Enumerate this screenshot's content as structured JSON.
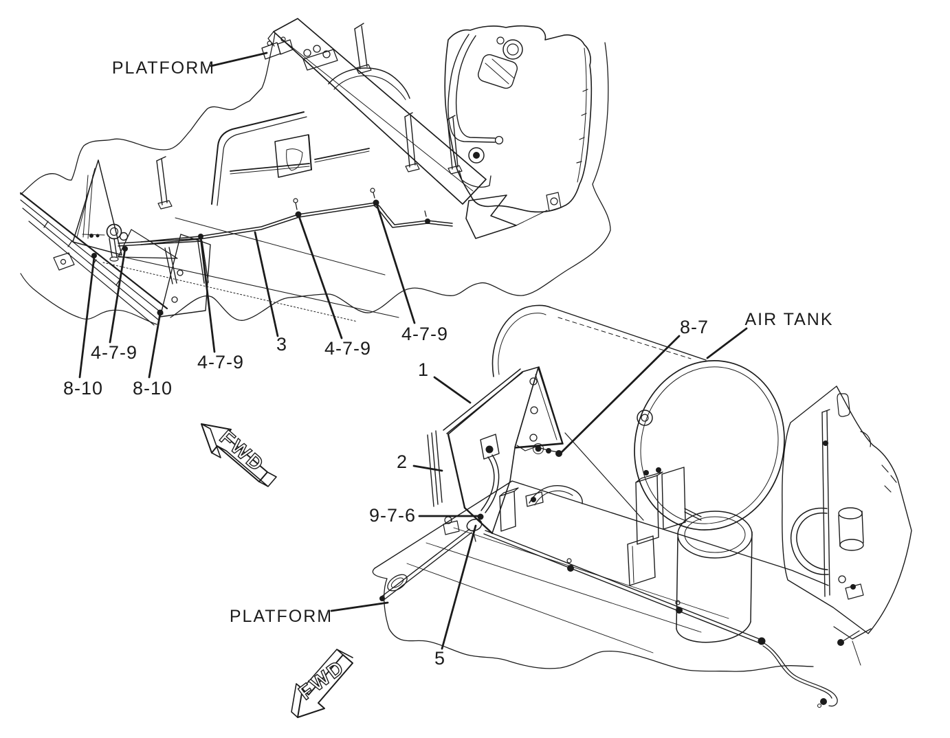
{
  "page": {
    "background": "#ffffff",
    "ink": "#1b1b1b",
    "description": "Exploded parts-diagram line drawing of platform and air tank piping groups"
  },
  "top_view": {
    "platform_label": "PLATFORM",
    "fwd_label": "FWD",
    "callouts": [
      {
        "text": "8-10"
      },
      {
        "text": "4-7-9"
      },
      {
        "text": "8-10"
      },
      {
        "text": "4-7-9"
      },
      {
        "text": "3"
      },
      {
        "text": "4-7-9"
      },
      {
        "text": "4-7-9"
      }
    ]
  },
  "bottom_view": {
    "air_tank_label": "AIR TANK",
    "platform_label": "PLATFORM",
    "fwd_label": "FWD",
    "callouts": [
      {
        "text": "1"
      },
      {
        "text": "2"
      },
      {
        "text": "9-7-6"
      },
      {
        "text": "5"
      },
      {
        "text": "8-7"
      }
    ]
  }
}
